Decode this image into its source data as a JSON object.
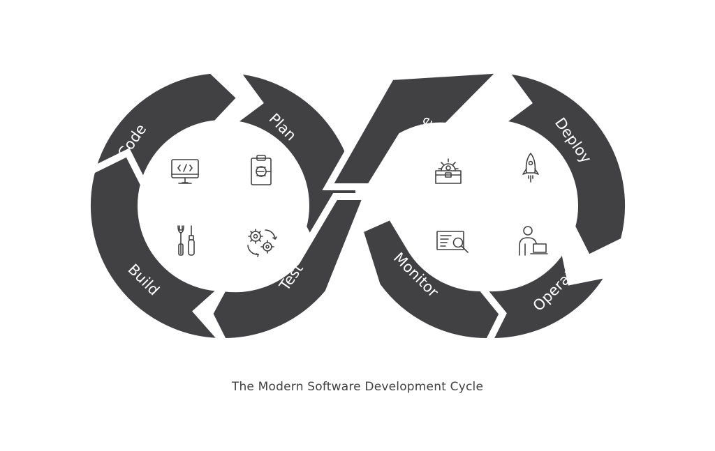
{
  "caption": "The Modern Software Development Cycle",
  "stages": [
    {
      "label": "Plan",
      "icon": "clipboard-icon"
    },
    {
      "label": "Code",
      "icon": "monitor-code-icon"
    },
    {
      "label": "Build",
      "icon": "wrench-screwdriver-icon"
    },
    {
      "label": "Test",
      "icon": "gears-cycle-icon"
    },
    {
      "label": "Release",
      "icon": "toolbox-gear-icon"
    },
    {
      "label": "Deploy",
      "icon": "rocket-icon"
    },
    {
      "label": "Operate",
      "icon": "person-laptop-icon"
    },
    {
      "label": "Monitor",
      "icon": "screen-magnifier-icon"
    }
  ],
  "colors": {
    "segment": "#414042",
    "background": "#ffffff",
    "text": "#414042"
  }
}
